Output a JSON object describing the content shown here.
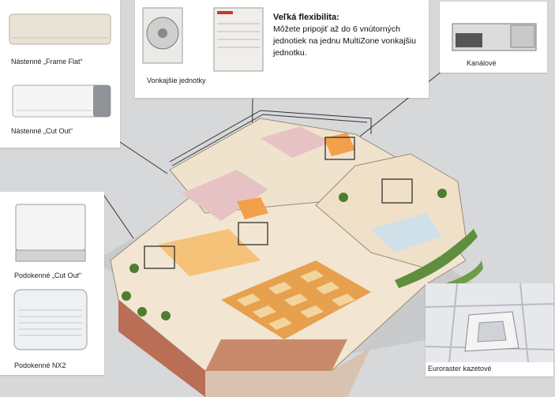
{
  "panels": {
    "wall_units": {
      "frame_flat_caption": "Nástenné „Frame Flat“",
      "cut_out_caption": "Nástenné „Cut Out“"
    },
    "outdoor": {
      "caption": "Vonkajšie jednotky",
      "heading": "Veľká flexibilita:",
      "lines": [
        "Môžete pripojiť až do 6 vnútorných",
        "jednotiek na jednu MultiZone vonkajšiu",
        "jednotku."
      ]
    },
    "duct": {
      "caption": "Kanálové"
    },
    "floor_units": {
      "cut_out_caption": "Podokenné „Cut Out“",
      "nx2_caption": "Podokenné NX2"
    },
    "cassette": {
      "caption": "Euroraster kazetové"
    }
  }
}
